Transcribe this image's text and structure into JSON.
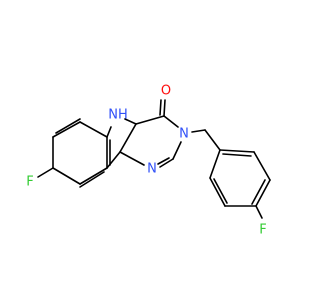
{
  "molecule": {
    "atoms": {
      "F1": {
        "label": "F",
        "color": "#33cc33"
      },
      "F2": {
        "label": "F",
        "color": "#33cc33"
      },
      "O": {
        "label": "O",
        "color": "#ff0d0d"
      },
      "NH": {
        "label": "NH",
        "color": "#3050f8"
      },
      "N3": {
        "label": "N",
        "color": "#3050f8"
      },
      "N1": {
        "label": "N",
        "color": "#3050f8"
      }
    },
    "h_label": {
      "label": "H",
      "color": "#3050f8"
    }
  }
}
